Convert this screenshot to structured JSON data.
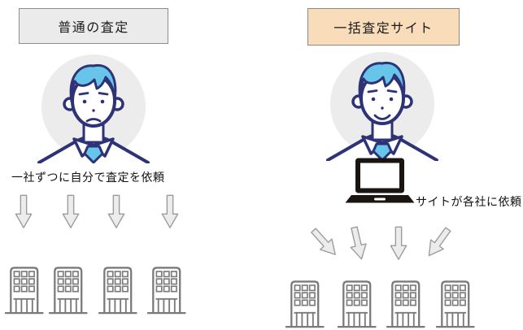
{
  "left_panel": {
    "header_label": "普通の査定",
    "caption": "一社ずつに自分で査定を依頼",
    "arrow_count": 4,
    "company_count": 4
  },
  "right_panel": {
    "header_label": "一括査定サイト",
    "caption": "サイトが各社に依頼",
    "arrow_count": 4,
    "company_count": 4
  },
  "icons": {
    "left_person": "person-neutral-icon",
    "right_person": "person-smiling-icon",
    "laptop": "laptop-icon",
    "building": "office-building-icon",
    "arrow": "block-down-arrow-icon"
  },
  "colors": {
    "background": "#ffffff",
    "left_header_bg": "#ebebeb",
    "left_header_border": "#8d8d8d",
    "right_header_bg": "#f9dcba",
    "right_header_border": "#8f8a80",
    "outline_navy": "#2e3277",
    "hair_tie_blue": "#66c5e9",
    "avatar_circle_bg": "#ececec",
    "arrow_fill": "#ececec",
    "arrow_border": "#9b9b9b",
    "building_outline": "#7a7a7a",
    "laptop_black": "#1b1512",
    "text": "#1a1a1a"
  }
}
